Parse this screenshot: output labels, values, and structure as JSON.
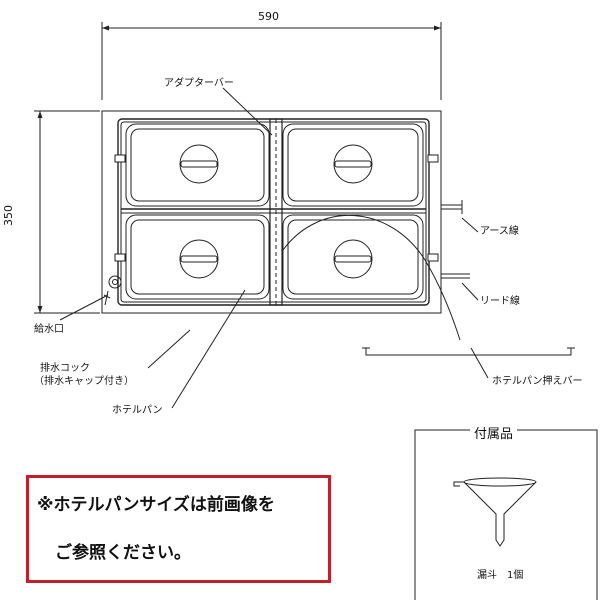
{
  "dimensions": {
    "width": "590",
    "height": "350"
  },
  "labels": {
    "adapter_bar": "アダプターバー",
    "earth_wire": "アース線",
    "lead_wire": "リード線",
    "water_inlet": "給水口",
    "drain_cock_line1": "排水コック",
    "drain_cock_line2": "（排水キャップ付き）",
    "hotel_pan": "ホテルパン",
    "pan_holder_bar": "ホテルパン押えバー"
  },
  "notice": {
    "line1": "※ホテルパンサイズは前画像を",
    "line2": "ご参照ください。",
    "border_color": "#c0202a"
  },
  "accessories": {
    "title": "付属品",
    "item": "漏斗　1個",
    "icon": "funnel-icon"
  }
}
